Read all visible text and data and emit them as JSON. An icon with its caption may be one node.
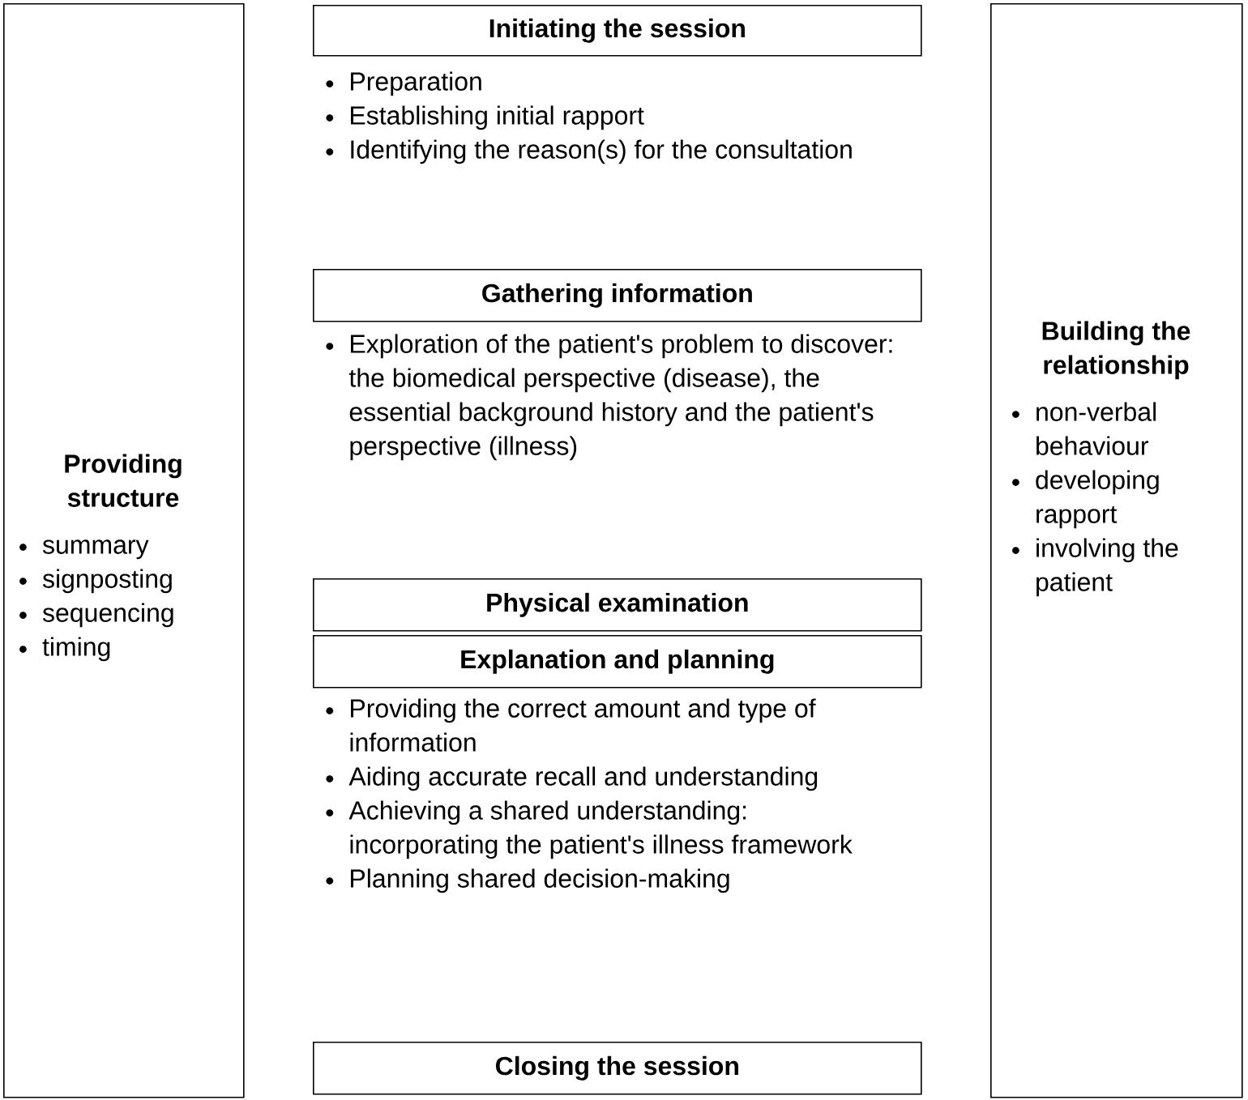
{
  "diagram": {
    "nodes": [
      {
        "text": [
          "Providing structure",
          "summary",
          "signposting",
          "sequencing",
          "timing"
        ]
      },
      {
        "text": [
          "Initiating the session"
        ],
        "beside": [
          "Preparation",
          "Establishing initial rapport",
          "Identifying the reason(s) for the consultation"
        ]
      },
      {
        "text": [
          "Gathering information"
        ],
        "beside": [
          "Exploration of the patient's problem to discover: the biomedical perspective (disease), the essential background history and the patient's perspective (illness)"
        ]
      },
      {
        "text": [
          "Physical examination"
        ]
      },
      {
        "text": [
          "Explanation and planning"
        ],
        "beside": [
          "Providing the correct amount and type of information",
          "Aiding accurate recall and understanding",
          "Achieving a shared understanding: incorporating the patient's illness framework",
          "Planning shared decision-making"
        ]
      },
      {
        "text": [
          "Closing the session"
        ]
      },
      {
        "text": [
          "Building the relationship",
          "non-verbal behaviour",
          "developing rapport",
          "involving the patient"
        ]
      }
    ]
  }
}
